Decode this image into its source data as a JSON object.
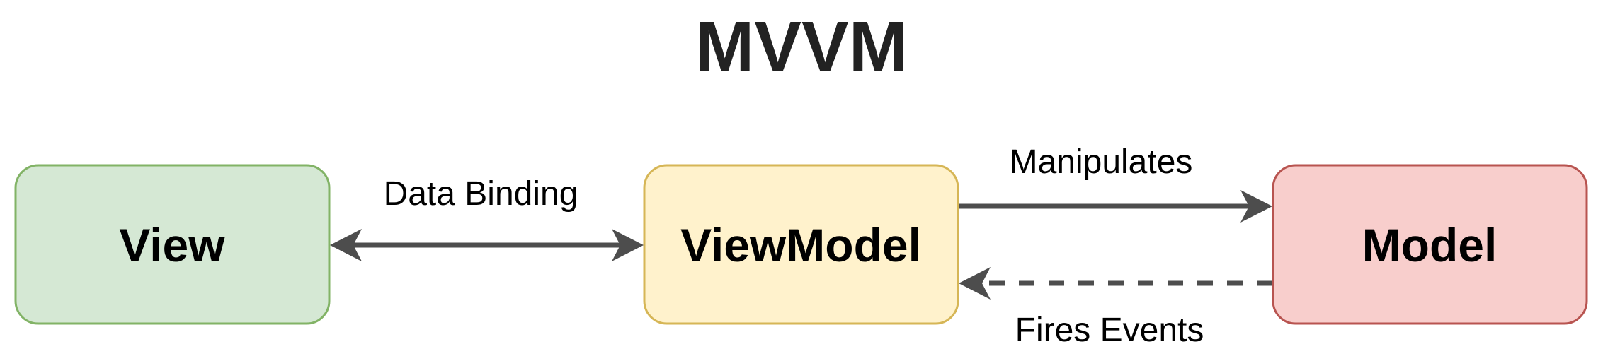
{
  "title": "MVVM",
  "nodes": {
    "view": {
      "label": "View",
      "fill": "#d5e8d4",
      "stroke": "#82b366"
    },
    "viewmodel": {
      "label": "ViewModel",
      "fill": "#fff2cc",
      "stroke": "#d6b656"
    },
    "model": {
      "label": "Model",
      "fill": "#f8cecc",
      "stroke": "#b85450"
    }
  },
  "edges": {
    "data_binding": {
      "label": "Data Binding",
      "from": "View",
      "to": "ViewModel",
      "style": "solid, bidirectional"
    },
    "manipulates": {
      "label": "Manipulates",
      "from": "ViewModel",
      "to": "Model",
      "style": "solid"
    },
    "fires_events": {
      "label": "Fires Events",
      "from": "Model",
      "to": "ViewModel",
      "style": "dashed"
    }
  },
  "edge_color": "#4d4d4d"
}
